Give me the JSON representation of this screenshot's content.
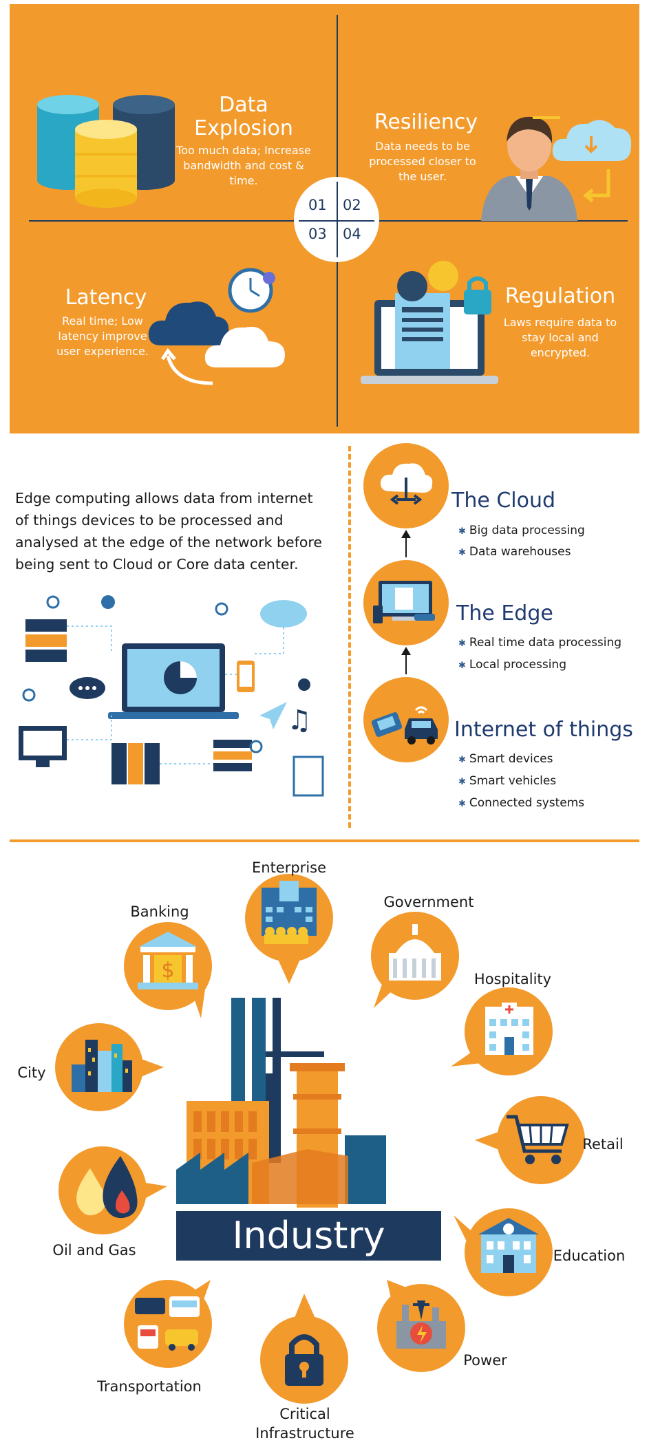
{
  "challenges": {
    "q1": {
      "title": "Data Explosion",
      "desc": "Too much data; Increase bandwidth and cost & time.",
      "num": "01"
    },
    "q2": {
      "title": "Resiliency",
      "desc": "Data needs to be processed closer to the user.",
      "num": "02"
    },
    "q3": {
      "title": "Latency",
      "desc": "Real time; Low latency improve user experience.",
      "num": "03"
    },
    "q4": {
      "title": "Regulation",
      "desc": "Laws require data to stay local and encrypted.",
      "num": "04"
    }
  },
  "intro": "Edge computing allows data from internet of things devices to be processed and analysed at the edge of the network before being sent to Cloud or Core data center.",
  "tiers": {
    "cloud": {
      "title": "The Cloud",
      "items": [
        "Big data processing",
        "Data warehouses"
      ]
    },
    "edge": {
      "title": "The Edge",
      "items": [
        "Real time data processing",
        "Local processing"
      ]
    },
    "iot": {
      "title": "Internet of things",
      "items": [
        "Smart devices",
        "Smart vehicles",
        "Connected systems"
      ]
    }
  },
  "industry": {
    "center": "Industry",
    "labels": {
      "enterprise": "Enterprise",
      "banking": "Banking",
      "government": "Government",
      "hospitality": "Hospitality",
      "city": "City",
      "retail": "Retail",
      "oil_gas": "Oil and Gas",
      "education": "Education",
      "transportation": "Transportation",
      "power": "Power",
      "critical_1": "Critical",
      "critical_2": "Infrastructure"
    }
  },
  "colors": {
    "orange": "#f39a2c",
    "navy": "#1f3a5f",
    "blue": "#2e6fa8",
    "light_blue": "#8fd1ef",
    "white": "#ffffff"
  }
}
